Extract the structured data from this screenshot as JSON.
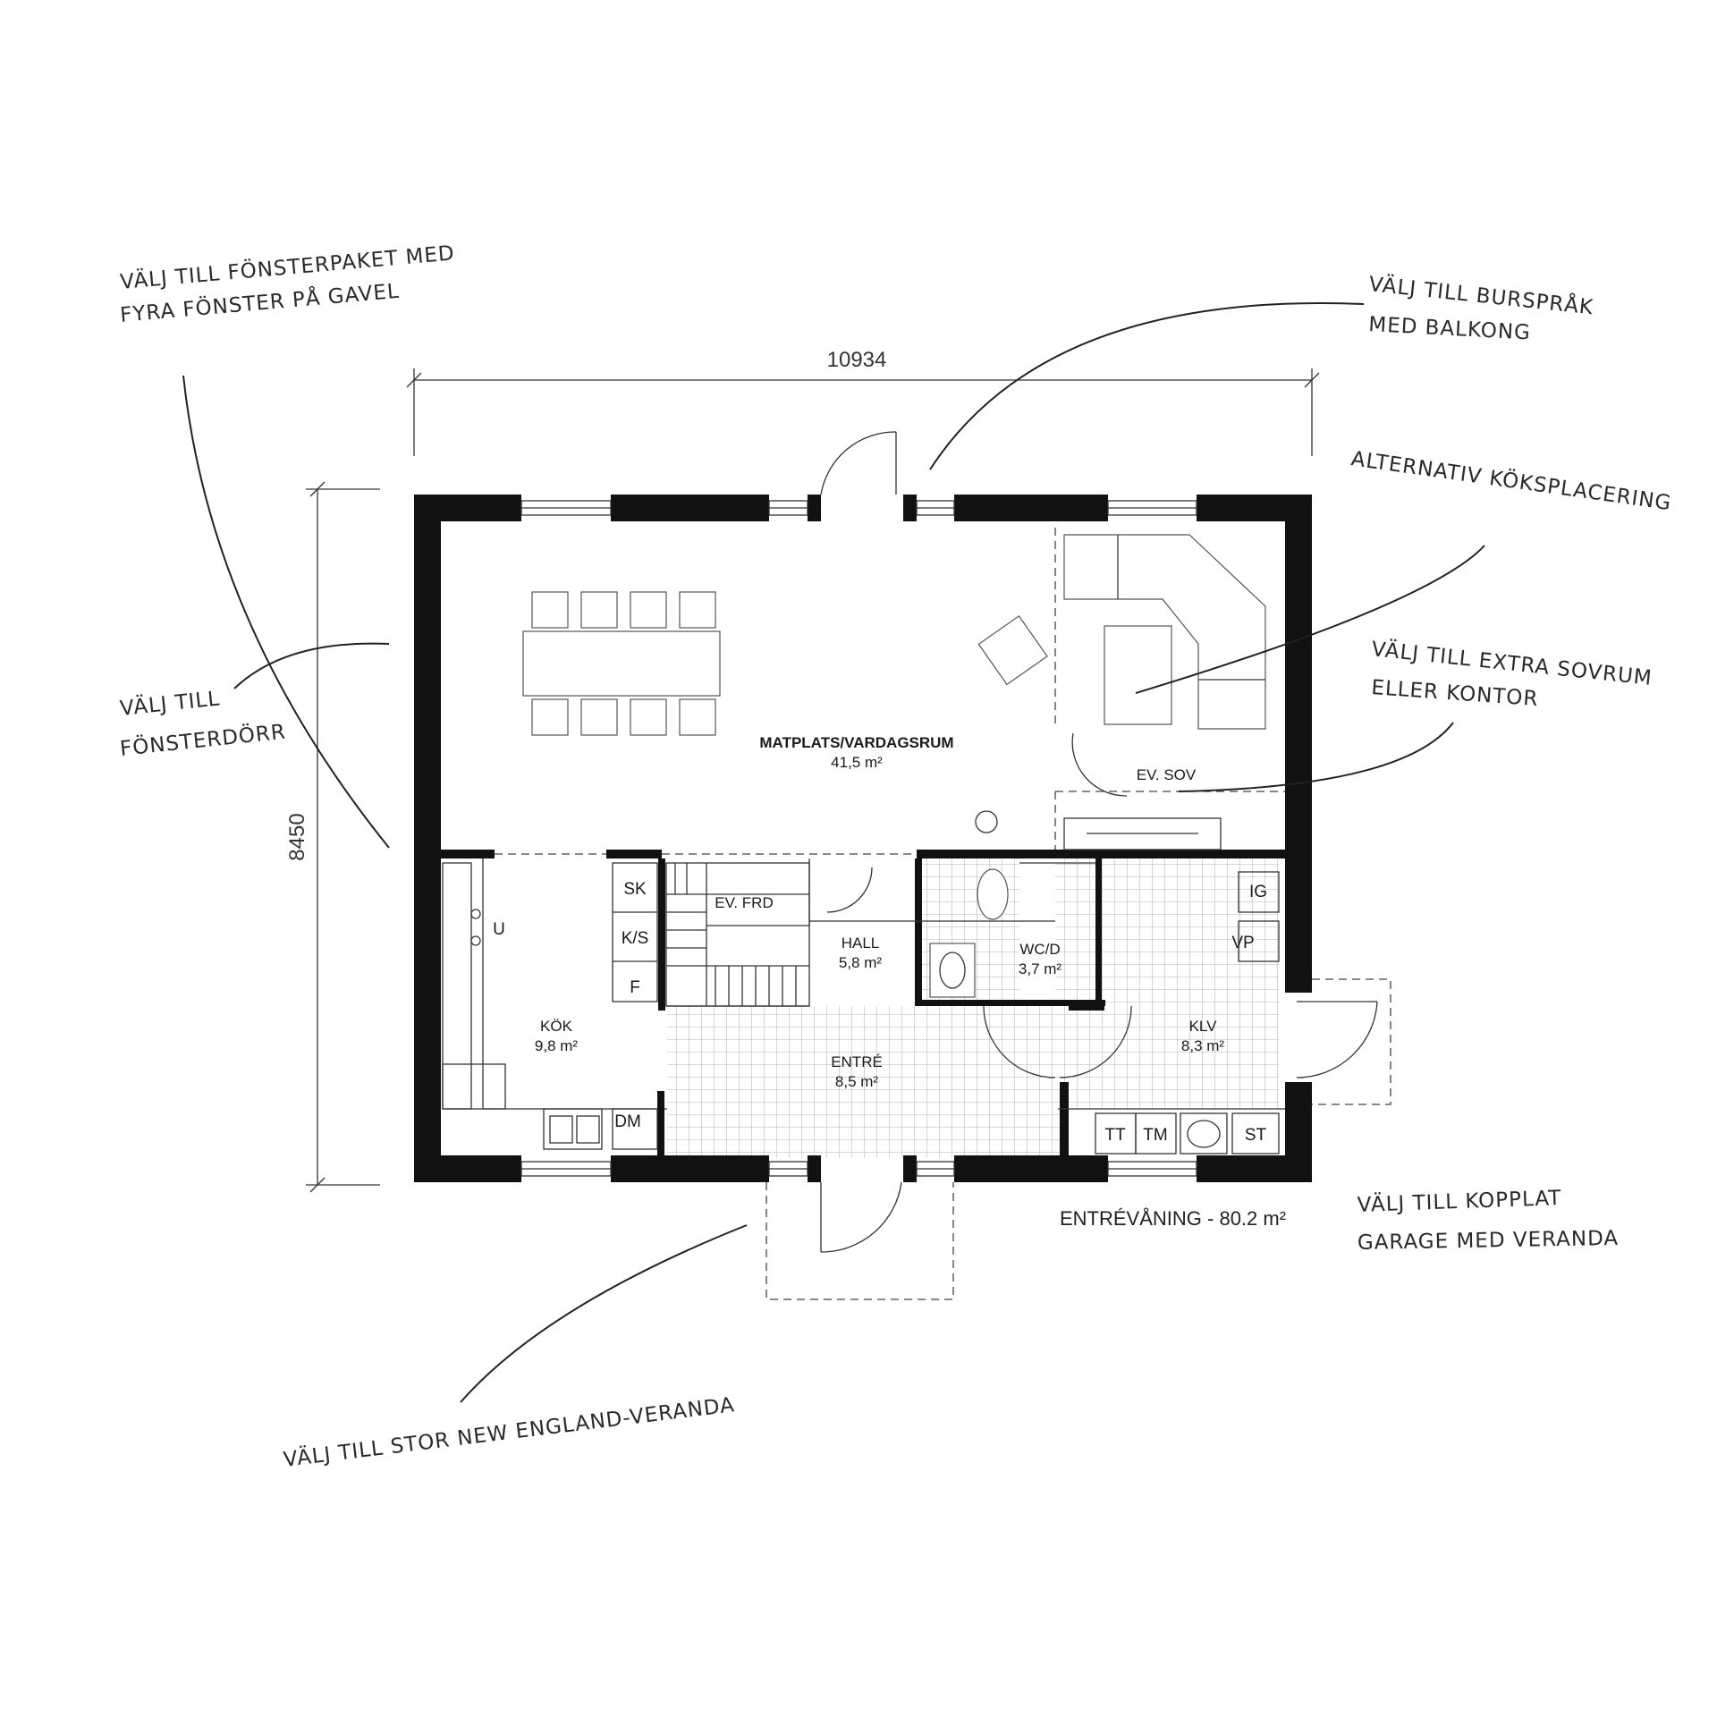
{
  "dimensions": {
    "width": "10934",
    "depth": "8450"
  },
  "rooms": {
    "living": {
      "name": "MATPLATS/VARDAGSRUM",
      "area": "41,5 m²"
    },
    "bedroom_opt": {
      "name": "EV. SOV"
    },
    "stair": {
      "name": "EV. FRD"
    },
    "hall": {
      "name": "HALL",
      "area": "5,8 m²"
    },
    "wc": {
      "name": "WC/D",
      "area": "3,7 m²"
    },
    "kitchen": {
      "name": "KÖK",
      "area": "9,8 m²"
    },
    "entry": {
      "name": "ENTRÉ",
      "area": "8,5 m²"
    },
    "laundry": {
      "name": "KLV",
      "area": "8,3 m²"
    }
  },
  "appliances": {
    "sk": "SK",
    "ks": "K/S",
    "f": "F",
    "u": "U",
    "dm": "DM",
    "ig": "IG",
    "vp": "VP",
    "tt": "TT",
    "tm": "TM",
    "st": "ST"
  },
  "floor_total": "ENTRÉVÅNING - 80.2 m²",
  "annotations": {
    "windows_gable": {
      "line1": "VÄLJ TILL FÖNSTERPAKET MED",
      "line2": "FYRA FÖNSTER PÅ GAVEL"
    },
    "bay": {
      "line1": "VÄLJ TILL BURSPRÅK",
      "line2": "MED BALKONG"
    },
    "kitchen_alt": {
      "line1": "ALTERNATIV KÖKSPLACERING"
    },
    "extra_room": {
      "line1": "VÄLJ TILL EXTRA SOVRUM",
      "line2": "ELLER KONTOR"
    },
    "french_door": {
      "line1": "VÄLJ TILL",
      "line2": "FÖNSTERDÖRR"
    },
    "garage": {
      "line1": "VÄLJ TILL KOPPLAT",
      "line2": "GARAGE MED VERANDA"
    },
    "veranda": {
      "line1": "VÄLJ TILL STOR NEW ENGLAND-VERANDA"
    }
  }
}
